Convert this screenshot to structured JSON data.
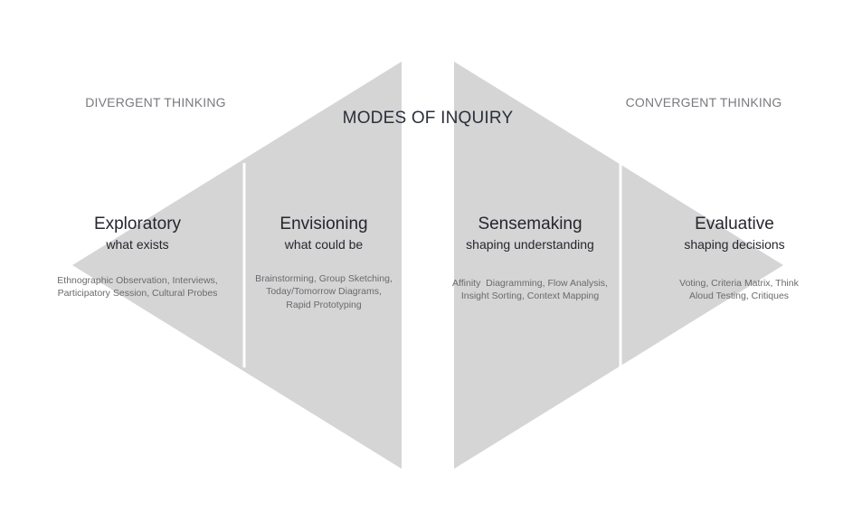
{
  "divergent_label": "DIVERGENT THINKING",
  "convergent_label": "CONVERGENT THINKING",
  "title": "MODES OF INQUIRY",
  "colors": {
    "shape_fill": "#d5d5d5",
    "divider": "#ffffff",
    "title_text": "#2b2f3a",
    "label_text": "#7a7a80",
    "desc_text": "#6a6a70"
  },
  "modes": [
    {
      "title": "Exploratory",
      "subtitle": "what exists",
      "desc_lines": [
        "Ethnographic Observation, Interviews,",
        "Participatory Session, Cultural Probes"
      ]
    },
    {
      "title": "Envisioning",
      "subtitle": "what could be",
      "desc_lines": [
        "Brainstorming, Group Sketching,",
        "Today/Tomorrow Diagrams,",
        "Rapid Prototyping"
      ]
    },
    {
      "title": "Sensemaking",
      "subtitle": "shaping understanding",
      "desc_lines": [
        "Affinity  Diagramming, Flow Analysis,",
        "Insight Sorting, Context Mapping"
      ]
    },
    {
      "title": "Evaluative",
      "subtitle": "shaping decisions",
      "desc_lines": [
        "Voting, Criteria Matrix, Think",
        "Aloud Testing, Critiques"
      ]
    }
  ]
}
